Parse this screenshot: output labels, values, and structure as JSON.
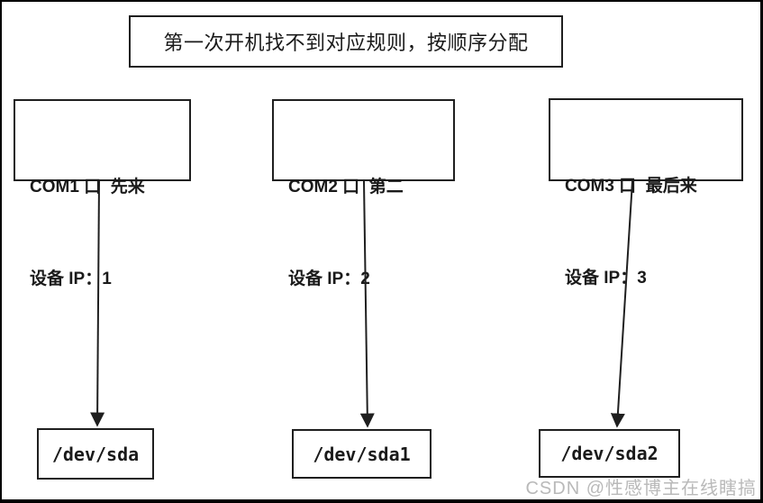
{
  "diagram": {
    "title": "第一次开机找不到对应规则，按顺序分配",
    "columns": [
      {
        "port_line": "COM1 口  先来",
        "ip_line": "设备 IP：1",
        "device": "/dev/sda"
      },
      {
        "port_line": "COM2 口  第二",
        "ip_line": "设备 IP：2",
        "device": "/dev/sda1"
      },
      {
        "port_line": "COM3 口  最后来",
        "ip_line": "设备 IP：3",
        "device": "/dev/sda2"
      }
    ],
    "colors": {
      "background": "#ffffff",
      "border": "#1f1f1f",
      "text": "#1a1a1a",
      "arrow": "#1f1f1f",
      "watermark": "#b9b9b9"
    }
  },
  "watermark": {
    "text": "CSDN @性感博主在线瞎搞"
  }
}
